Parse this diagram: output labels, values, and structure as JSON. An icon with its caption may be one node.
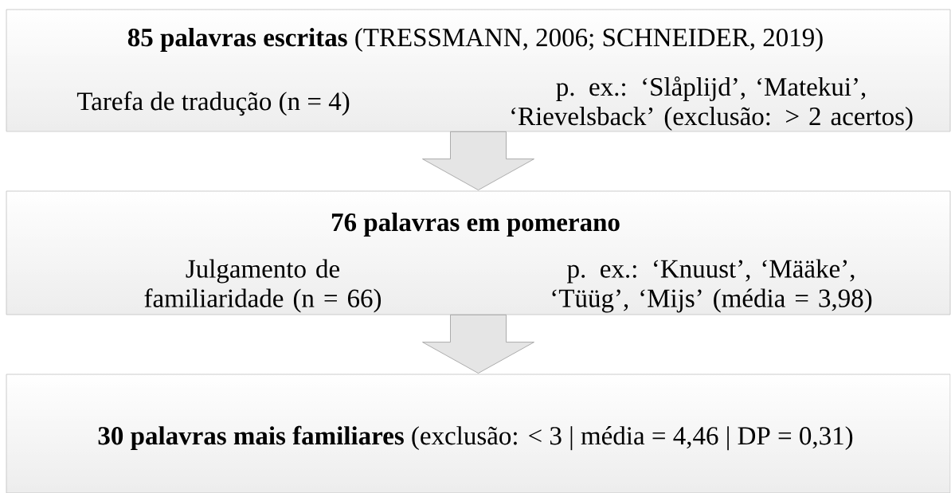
{
  "diagram": {
    "nodes": [
      {
        "text": [
          "**85 palavras escritas** (TRESSMANN, 2006; SCHNEIDER, 2019)",
          "Tarefa de tradução (n = 4)",
          "p. ex.: ‘Slåplijd’, ‘Matekui’, ‘Rievelsback’ (exclusão: > 2 acertos)"
        ]
      },
      {
        "text": [
          "76 palavras em pomerano",
          "Julgamento de familiaridade (n = 66)",
          "p. ex.: ‘Knuust’, ‘Määke’, ‘Tüüg’, ‘Mijs’ (média = 3,98)"
        ]
      },
      {
        "text": [
          "**30 palavras mais familiares** (exclusão: < 3 | média = 4,46 | DP = 0,31)"
        ]
      }
    ],
    "edges": [
      {
        "from": 0,
        "to": 1,
        "arrow": "to"
      },
      {
        "from": 1,
        "to": 2,
        "arrow": "to"
      }
    ]
  }
}
